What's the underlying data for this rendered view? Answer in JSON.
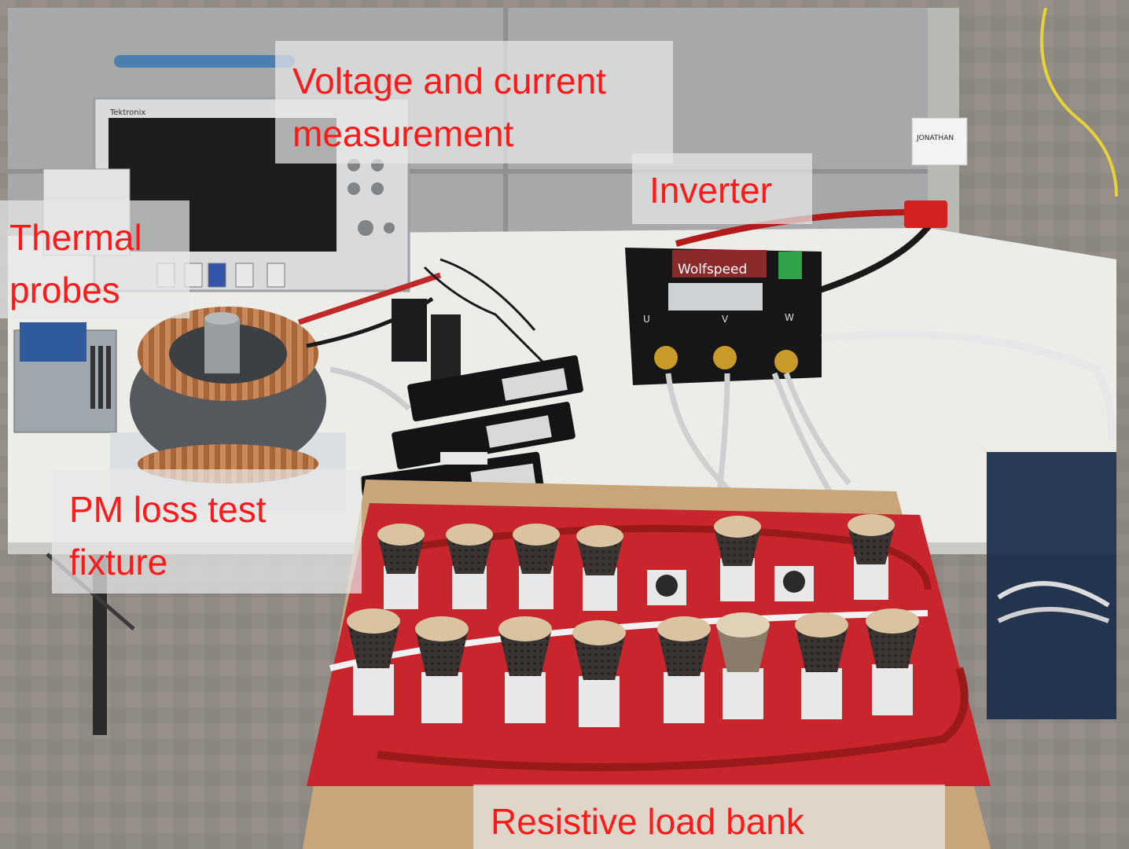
{
  "labels": {
    "voltage": "Voltage and current\nmeasurement",
    "inverter": "Inverter",
    "thermal": "Thermal\nprobes",
    "pm": "PM loss test\nfixture",
    "load": "Resistive load bank"
  },
  "photo_text": {
    "scope_brand": "Tektronix",
    "inverter_brand": "Wolfspeed",
    "phase_u": "U",
    "phase_v": "V",
    "phase_w": "W",
    "badge": "JONATHAN"
  },
  "colors": {
    "label_text": "#ff1a1a",
    "label_bg": "#e8e8e8",
    "load_board": "#c8262c",
    "table": "#ececea"
  }
}
